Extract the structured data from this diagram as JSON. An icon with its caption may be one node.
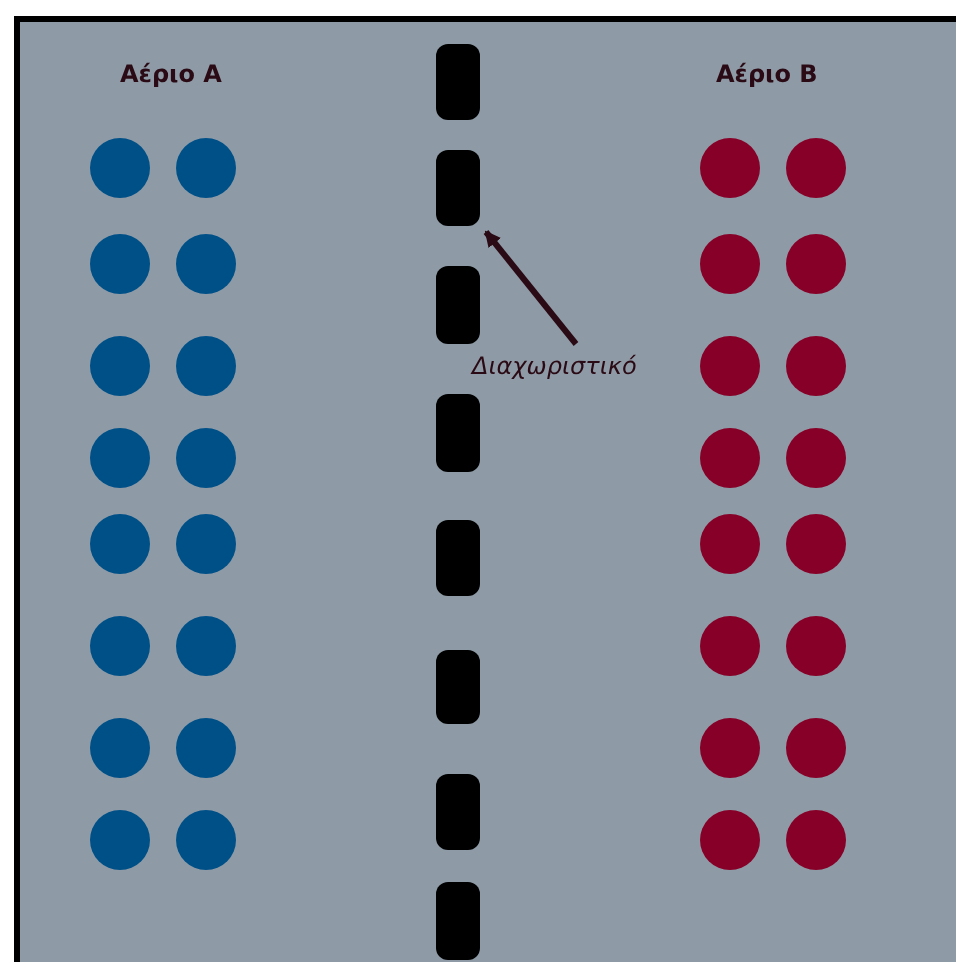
{
  "diagram": {
    "nodes": [
      {
        "text": [
          "Διαχωριστικό"
        ]
      },
      {
        "text": [],
        "shape": "bar"
      },
      {
        "text": [],
        "shape": "bar"
      },
      {
        "text": [],
        "shape": "bar"
      },
      {
        "text": [],
        "shape": "bar"
      },
      {
        "text": [],
        "shape": "bar"
      },
      {
        "text": [],
        "shape": "bar"
      },
      {
        "text": [],
        "shape": "bar"
      },
      {
        "text": [],
        "shape": "bar"
      }
    ],
    "edges": [
      {
        "from": 0,
        "to": 2,
        "arrow": "to"
      }
    ],
    "labels": [
      "Αέριο Α",
      "Αέριο Β"
    ]
  }
}
